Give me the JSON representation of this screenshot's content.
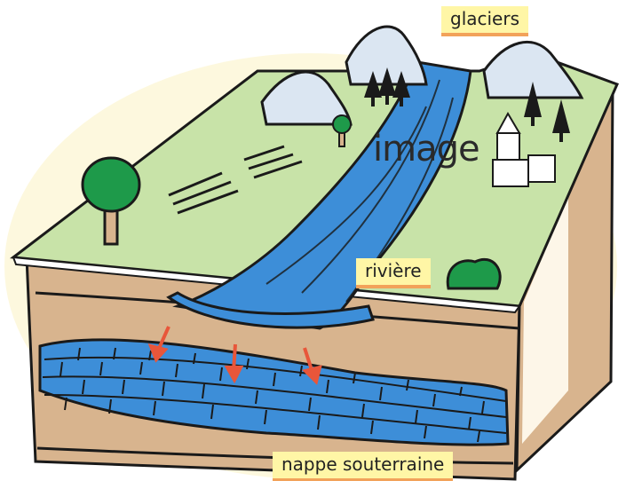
{
  "labels": {
    "glaciers": "glaciers",
    "river": "rivière",
    "groundwater": "nappe souterraine"
  },
  "watermark": "image",
  "colors": {
    "water": "#3d8ed8",
    "water_light": "#7fb6e8",
    "soil": "#d8b48e",
    "grass": "#c8e3a8",
    "tree": "#1e9a4a",
    "label_bg": "#fff6a6",
    "label_underline": "#f2a25a",
    "arrow": "#e8563a",
    "outline": "#1a1a1a"
  },
  "icons": [
    "mountain",
    "pine-tree",
    "deciduous-tree",
    "village",
    "field",
    "bush",
    "infiltration-arrow"
  ]
}
